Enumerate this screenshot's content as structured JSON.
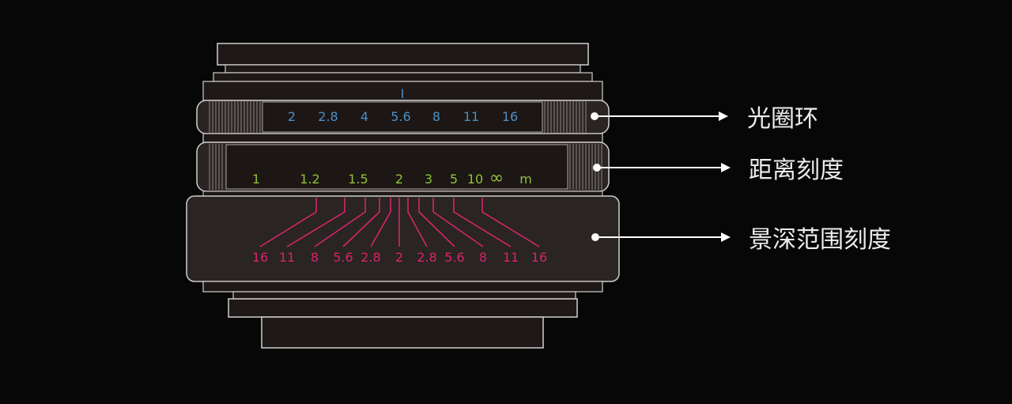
{
  "colors": {
    "background": "#070707",
    "outline": "#cfcfcf",
    "body_fill": "#1e1816",
    "aperture": "#4a90c8",
    "distance": "#8fc23a",
    "dof": "#d6246e",
    "label": "#ececec"
  },
  "aperture_ring": {
    "index_mark": "I",
    "values": [
      "2",
      "2.8",
      "4",
      "5.6",
      "8",
      "11",
      "16"
    ]
  },
  "distance_scale": {
    "values": [
      "1",
      "1.2",
      "1.5",
      "2",
      "3",
      "5",
      "10",
      "∞"
    ],
    "unit": "m"
  },
  "dof_scale": {
    "values": [
      "16",
      "11",
      "8",
      "5.6",
      "2.8",
      "2",
      "2.8",
      "5.6",
      "8",
      "11",
      "16"
    ]
  },
  "callouts": {
    "aperture": "光圈环",
    "distance": "距离刻度",
    "dof": "景深范围刻度"
  }
}
